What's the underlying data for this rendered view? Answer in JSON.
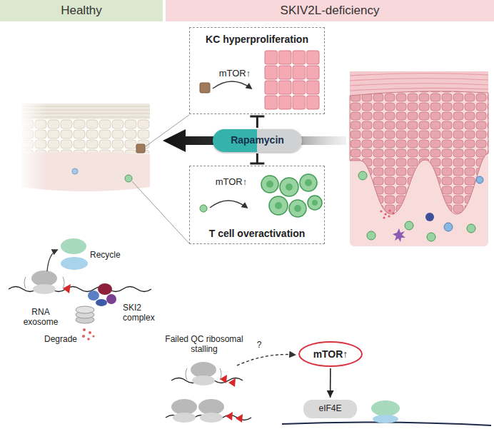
{
  "diagram": {
    "nodes": [
      {
        "text": [
          "Healthy"
        ]
      },
      {
        "text": [
          "SKIV2L-deficiency"
        ]
      },
      {
        "text": [
          "KC hyperproliferation",
          "mTOR↑"
        ]
      },
      {
        "text": [
          "Rapamycin"
        ]
      },
      {
        "text": [
          "mTOR↑",
          "T cell overactivation"
        ]
      },
      {
        "text": [
          "mTOR↑"
        ]
      },
      {
        "text": [
          "eIF4E"
        ]
      }
    ],
    "edges": [
      {
        "from": 3,
        "to": 2,
        "arrow": "to"
      },
      {
        "from": 3,
        "to": 4,
        "arrow": "to"
      },
      {
        "from": 5,
        "to": 6,
        "arrow": "to"
      }
    ],
    "labels": [
      "Recycle",
      "SKI2 complex",
      "RNA exosome",
      "Degrade",
      "Failed QC ribosomal stalling",
      "?"
    ]
  }
}
